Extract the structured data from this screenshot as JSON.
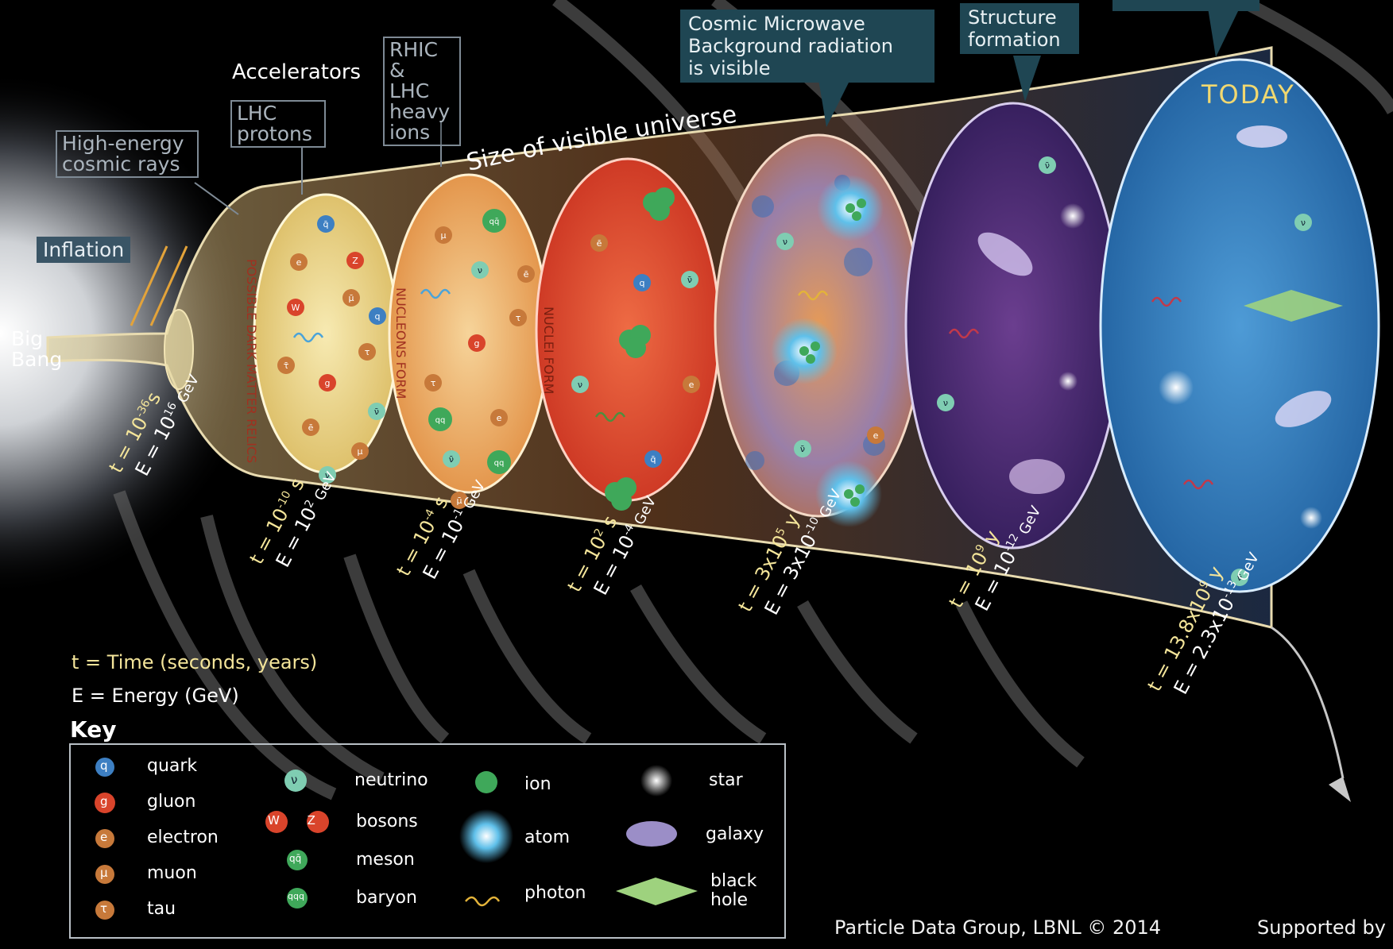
{
  "colors": {
    "background": "#000000",
    "epoch_quark": "#e8d488",
    "epoch_nucleon": "#e59e50",
    "epoch_nuclei": "#d9442b",
    "epoch_cmb": "#c9753e",
    "epoch_structure": "#4a2a7a",
    "epoch_today": "#2f7fbf",
    "time_label": "#f4e59a",
    "energy_label": "#ffffff",
    "callout": "#1f4653",
    "today_label": "#f1d870"
  },
  "callouts": {
    "accelerators": "Accelerators",
    "rhic_lhc": [
      "RHIC &",
      "LHC",
      "heavy",
      "ions"
    ],
    "lhc_protons": [
      "LHC",
      "protons"
    ],
    "cosmic_rays": [
      "High-energy",
      "cosmic rays"
    ],
    "inflation": "Inflation",
    "cmb": [
      "Cosmic Microwave",
      "Background radiation",
      "is visible"
    ],
    "structure": [
      "Structure",
      "formation"
    ]
  },
  "big_bang": [
    "Big",
    "Bang"
  ],
  "size_label": "Size of visible universe",
  "today_label": "TODAY",
  "epochs": [
    {
      "name": "POSSIBLE DARK MATTER RELICS"
    },
    {
      "name": "NUCLEONS FORM"
    },
    {
      "name": "NUCLEI FORM"
    }
  ],
  "timeline": [
    {
      "t": "t = 10",
      "t_exp": "-36",
      "t_unit": "s",
      "e": "E = 10",
      "e_exp": "16",
      "e_unit": " GeV"
    },
    {
      "t": "t = 10",
      "t_exp": "-10",
      "t_unit": " s",
      "e": "E = 10",
      "e_exp": "2",
      "e_unit": " GeV"
    },
    {
      "t": "t = 10",
      "t_exp": "-4",
      "t_unit": " s",
      "e": "E = 10",
      "e_exp": "-1",
      "e_unit": " GeV"
    },
    {
      "t": "t = 10",
      "t_exp": "2",
      "t_unit": " s",
      "e": "E = 10",
      "e_exp": "-4",
      "e_unit": " GeV"
    },
    {
      "t": "t = 3x10",
      "t_exp": "5",
      "t_unit": " y",
      "e": "E = 3x10",
      "e_exp": "-10",
      "e_unit": " GeV"
    },
    {
      "t": "t = 10",
      "t_exp": "9",
      "t_unit": " y",
      "e": "E = 10",
      "e_exp": "-12",
      "e_unit": " GeV"
    },
    {
      "t": "t = 13.8x10",
      "t_exp": "9",
      "t_unit": " y",
      "e": "E = 2.3x10",
      "e_exp": "-13",
      "e_unit": " GeV"
    }
  ],
  "legend_text": {
    "time": "t = Time (seconds, years)",
    "energy": "E = Energy (GeV)",
    "key": "Key"
  },
  "key_items": [
    {
      "symbol": "q",
      "label": "quark"
    },
    {
      "symbol": "g",
      "label": "gluon"
    },
    {
      "symbol": "e",
      "label": "electron"
    },
    {
      "symbol": "μ",
      "label": "muon"
    },
    {
      "symbol": "τ",
      "label": "tau"
    },
    {
      "symbol": "ν",
      "label": "neutrino"
    },
    {
      "symbol": "W Z",
      "label": "bosons"
    },
    {
      "symbol": "qq̄",
      "label": "meson"
    },
    {
      "symbol": "qqq",
      "label": "baryon"
    },
    {
      "symbol": "",
      "label": "ion"
    },
    {
      "symbol": "",
      "label": "atom"
    },
    {
      "symbol": "",
      "label": "photon"
    },
    {
      "symbol": "",
      "label": "star"
    },
    {
      "symbol": "",
      "label": "galaxy"
    },
    {
      "symbol": "",
      "label": "black hole"
    }
  ],
  "particles": {
    "q": "q",
    "qbar": "q̄",
    "e": "e",
    "ebar": "ē",
    "mu": "μ",
    "mubar": "μ̄",
    "tau": "τ",
    "taubar": "τ̄",
    "nu": "ν",
    "nubar": "ν̄",
    "g": "g",
    "w": "W",
    "z": "Z",
    "meson": "qq̄",
    "baryon": "qq",
    "baryon2": "qqq"
  },
  "footer": {
    "credit": "Particle Data Group, LBNL © 2014",
    "support": "Supported by"
  }
}
